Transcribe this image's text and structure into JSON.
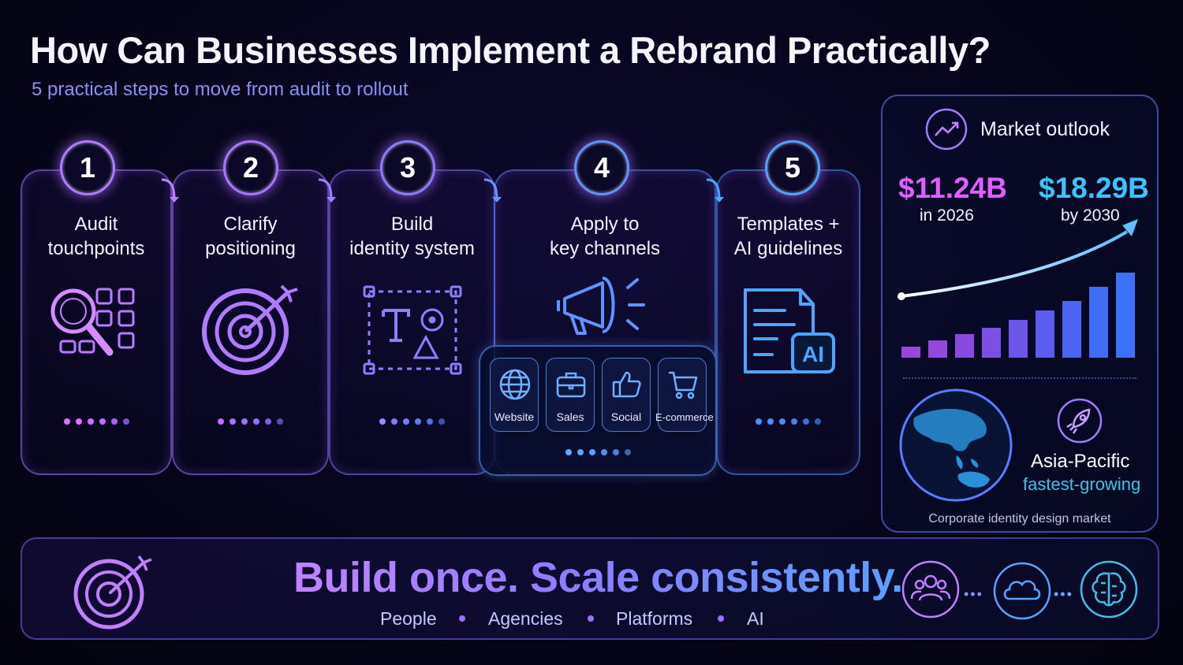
{
  "header": {
    "title": "How Can Businesses Implement a Rebrand Practically?",
    "subtitle": "5 practical steps to move from audit to rollout"
  },
  "steps": [
    {
      "number": "1",
      "label_line1": "Audit",
      "label_line2": "touchpoints",
      "color": "#c080ff"
    },
    {
      "number": "2",
      "label_line1": "Clarify",
      "label_line2": "positioning",
      "color": "#a875ff"
    },
    {
      "number": "3",
      "label_line1": "Build",
      "label_line2": "identity system",
      "color": "#8c7cff"
    },
    {
      "number": "4",
      "label_line1": "Apply to",
      "label_line2": "key channels",
      "color": "#5f93ff"
    },
    {
      "number": "5",
      "label_line1": "Templates +",
      "label_line2": "AI guidelines",
      "color": "#4ea5ff"
    }
  ],
  "channels": [
    {
      "label": "Website",
      "icon": "globe-icon"
    },
    {
      "label": "Sales",
      "icon": "briefcase-icon"
    },
    {
      "label": "Social",
      "icon": "thumbs-up-icon"
    },
    {
      "label": "E-commerce",
      "icon": "cart-icon"
    }
  ],
  "template_badge": "AI",
  "market": {
    "title": "Market outlook",
    "value_2026": "$11.24B",
    "label_2026": "in 2026",
    "value_2030": "$18.29B",
    "label_2030": "by 2030",
    "region": "Asia-Pacific",
    "region_note": "fastest-growing",
    "footnote": "Corporate identity design market"
  },
  "banner": {
    "tagline": "Build once. Scale consistently.",
    "audiences": [
      "People",
      "Agencies",
      "Platforms",
      "AI"
    ]
  },
  "colors": {
    "purple": "#b07cff",
    "blue": "#4ea5ff",
    "cyan": "#38c6e8",
    "pink": "#e060ff"
  }
}
